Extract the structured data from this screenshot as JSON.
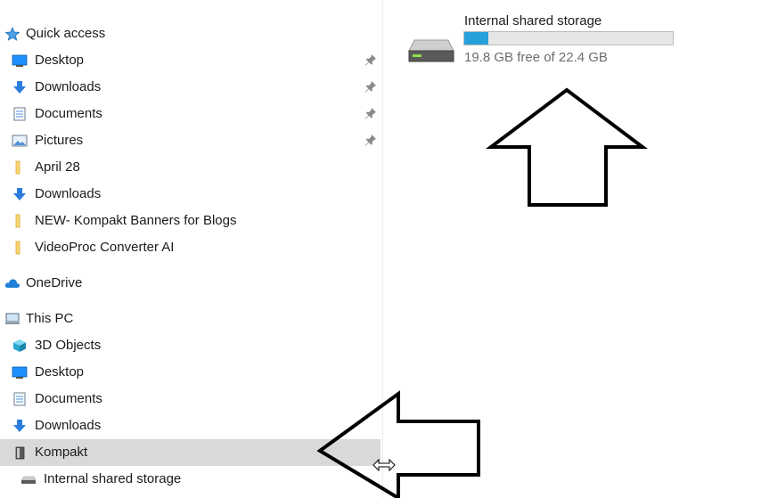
{
  "nav": {
    "items": [
      {
        "label": "Quick access",
        "icon": "star-icon",
        "indent": 0,
        "pinned": false,
        "selected": false
      },
      {
        "label": "Desktop",
        "icon": "desktop-icon",
        "indent": 1,
        "pinned": true,
        "selected": false
      },
      {
        "label": "Downloads",
        "icon": "download-arrow-icon",
        "indent": 1,
        "pinned": true,
        "selected": false
      },
      {
        "label": "Documents",
        "icon": "document-icon",
        "indent": 1,
        "pinned": true,
        "selected": false
      },
      {
        "label": "Pictures",
        "icon": "picture-icon",
        "indent": 1,
        "pinned": true,
        "selected": false
      },
      {
        "label": "April 28",
        "icon": "folder-icon",
        "indent": 1,
        "pinned": false,
        "selected": false
      },
      {
        "label": "Downloads",
        "icon": "download-arrow-icon",
        "indent": 1,
        "pinned": false,
        "selected": false
      },
      {
        "label": "NEW- Kompakt Banners for Blogs",
        "icon": "folder-icon",
        "indent": 1,
        "pinned": false,
        "selected": false
      },
      {
        "label": "VideoProc Converter AI",
        "icon": "folder-icon",
        "indent": 1,
        "pinned": false,
        "selected": false
      },
      {
        "label": "OneDrive",
        "icon": "cloud-icon",
        "indent": 0,
        "pinned": false,
        "selected": false
      },
      {
        "label": "This PC",
        "icon": "computer-icon",
        "indent": 0,
        "pinned": false,
        "selected": false
      },
      {
        "label": "3D Objects",
        "icon": "cube-icon",
        "indent": 1,
        "pinned": false,
        "selected": false
      },
      {
        "label": "Desktop",
        "icon": "desktop-icon",
        "indent": 1,
        "pinned": false,
        "selected": false
      },
      {
        "label": "Documents",
        "icon": "document-icon",
        "indent": 1,
        "pinned": false,
        "selected": false
      },
      {
        "label": "Downloads",
        "icon": "download-arrow-icon",
        "indent": 1,
        "pinned": false,
        "selected": false
      },
      {
        "label": "Kompakt",
        "icon": "phone-device-icon",
        "indent": 1,
        "pinned": false,
        "selected": true
      },
      {
        "label": "Internal shared storage",
        "icon": "drive-icon",
        "indent": 2,
        "pinned": false,
        "selected": false
      }
    ]
  },
  "drive": {
    "title": "Internal shared storage",
    "free_text": "19.8 GB free of 22.4 GB",
    "used_fraction": 0.116,
    "bar_color": "#26a0da"
  },
  "colors": {
    "selection": "#d9d9d9",
    "accent": "#26a0da",
    "folder": "#f8d775"
  }
}
